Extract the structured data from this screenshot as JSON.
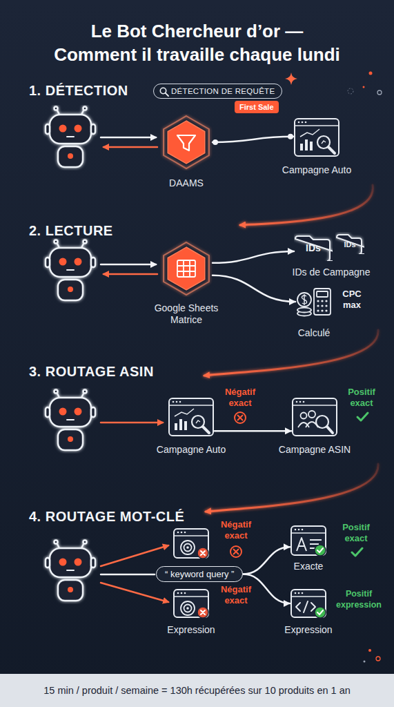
{
  "diagram": {
    "title": "Le Bot Chercheur d’or — Comment il travaille chaque lundi",
    "caption": "15 min / produit / semaine = 130h récupérées sur 10 produits en 1 an",
    "nodes": [
      {
        "text": [
          "DÉTECTION DE REQUÊTE"
        ]
      },
      {
        "text": [
          "First Sale"
        ]
      },
      {
        "text": [
          "DAAMS"
        ]
      },
      {
        "text": [
          "Campagne Auto"
        ]
      },
      {
        "text": [
          "Google Sheets Matrice"
        ]
      },
      {
        "text": [
          "IDs",
          "IDs de Campagne"
        ]
      },
      {
        "text": [
          "IDs"
        ]
      },
      {
        "text": [
          "CPC max",
          "Calculé"
        ]
      },
      {
        "text": [
          "Campagne Auto"
        ]
      },
      {
        "text": [
          "Campagne ASIN"
        ]
      },
      {
        "text": [
          "Négatif exact"
        ]
      },
      {
        "text": [
          "“ keyword query ”"
        ]
      },
      {
        "text": [
          "Négatif exact",
          "Expression"
        ]
      },
      {
        "text": [
          "Positif exact",
          "Exacte"
        ]
      },
      {
        "text": [
          "Positif expression",
          "Expression"
        ]
      }
    ],
    "edges": [
      {
        "from": 2,
        "to": 3,
        "arrow": "none"
      },
      {
        "from": 4,
        "to": 5,
        "arrow": "to"
      },
      {
        "from": 4,
        "to": 7,
        "arrow": "to"
      },
      {
        "from": 8,
        "to": 9,
        "arrow": "to"
      },
      {
        "from": 11,
        "to": 13,
        "arrow": "to"
      },
      {
        "from": 11,
        "to": 14,
        "arrow": "to"
      }
    ],
    "labels": [
      "1. DÉTECTION",
      "2. LECTURE",
      "3. ROUTAGE ASIN",
      "Négatif exact",
      "Positif exact",
      "4. ROUTAGE MOT-CLÉ"
    ]
  }
}
